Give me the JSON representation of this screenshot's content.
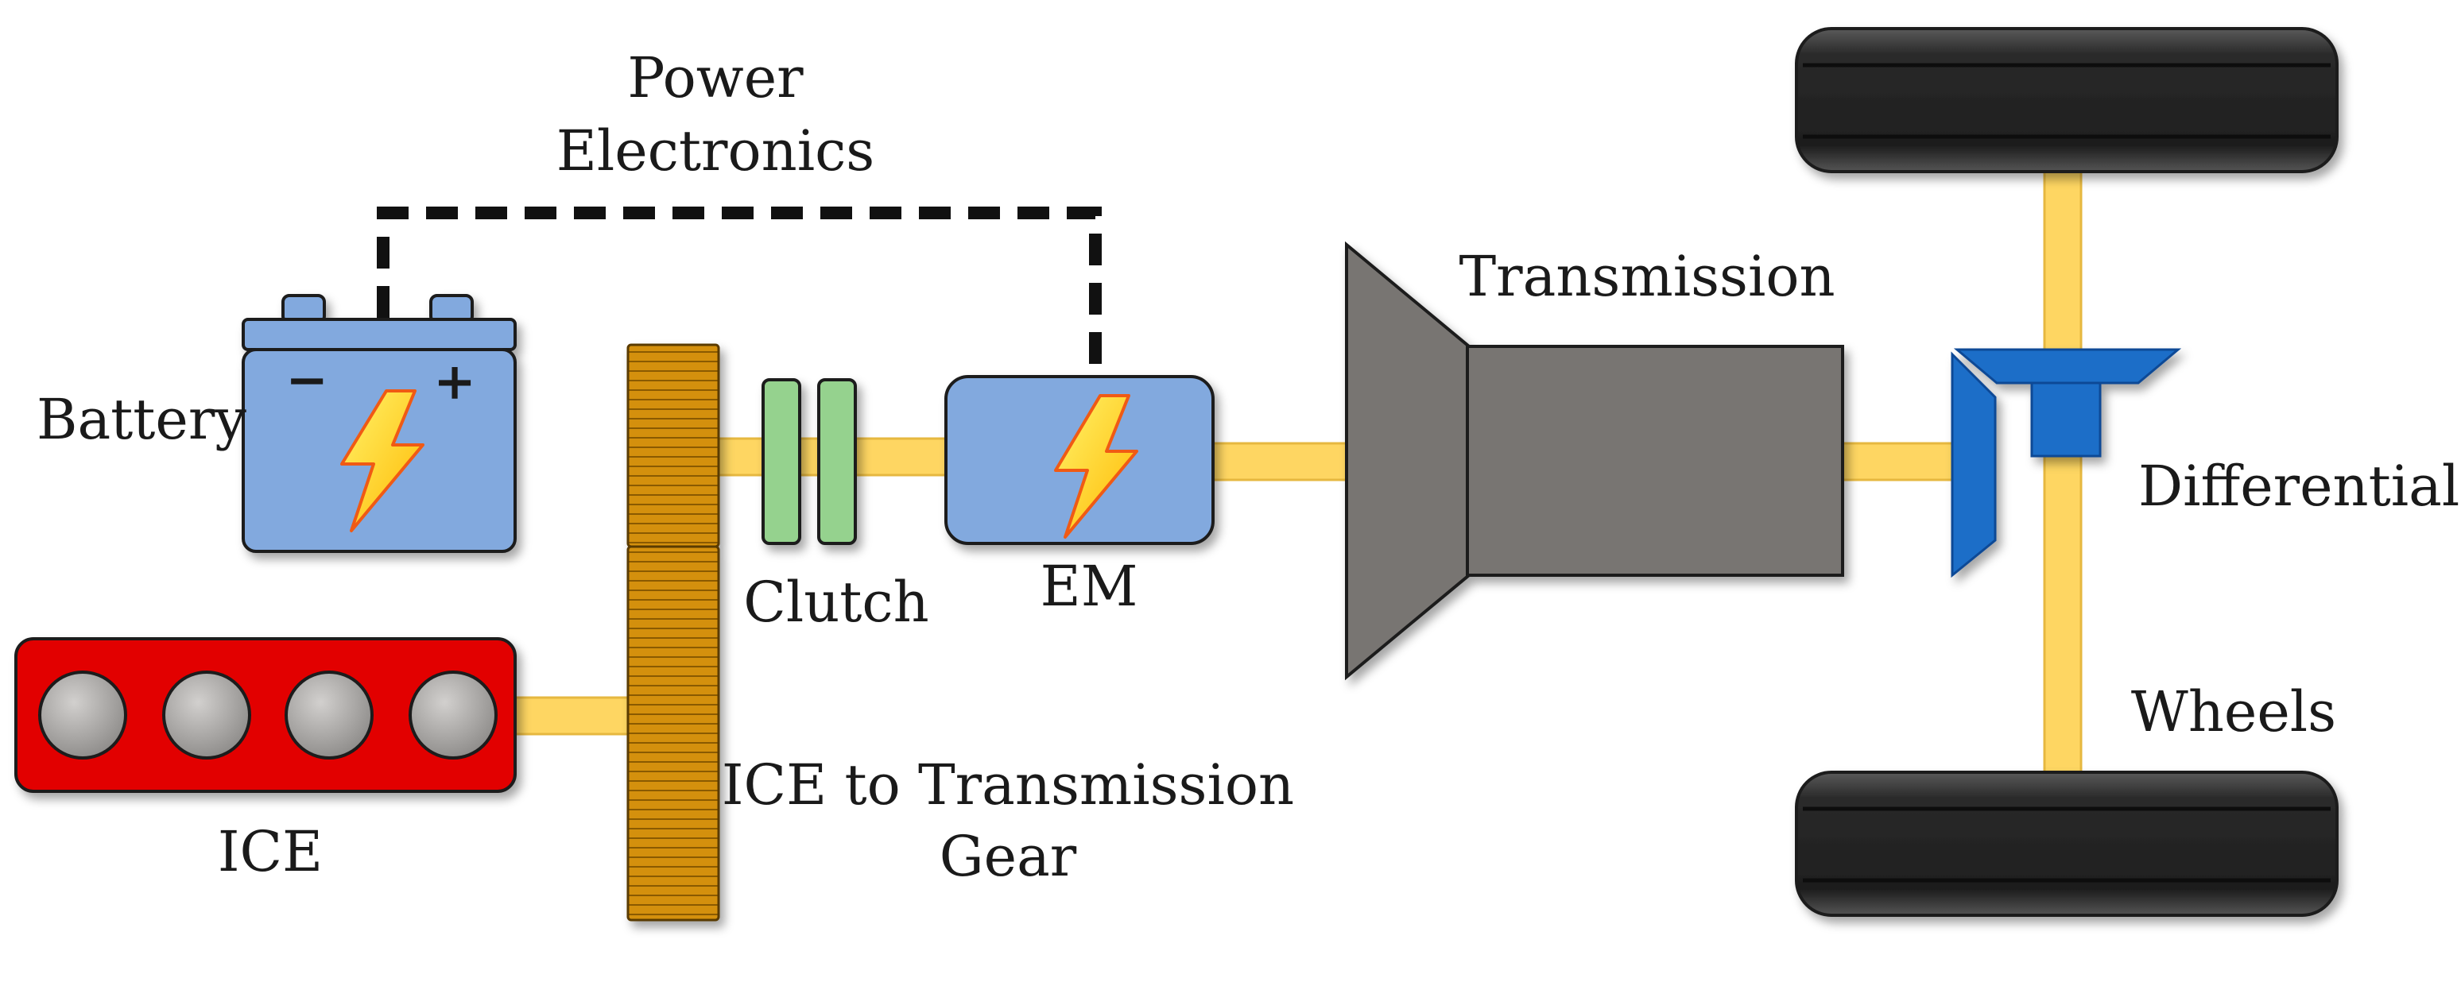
{
  "labels": {
    "power_electronics": [
      "Power",
      "Electronics"
    ],
    "battery": "Battery",
    "battery_minus": "−",
    "battery_plus": "+",
    "clutch": "Clutch",
    "em": "EM",
    "transmission": "Transmission",
    "differential": "Differential",
    "wheels": "Wheels",
    "ice": "ICE",
    "ice_gear": [
      "ICE to Transmission",
      "Gear"
    ]
  },
  "colors": {
    "shaft": "#FED662",
    "battery": "#82A9DE",
    "clutch": "#95D28E",
    "gear": "#D4900C",
    "ice_block": "#E20000",
    "cylinder": "#A8A6A4",
    "transmission": "#787472",
    "differential": "#1E6EC8",
    "tire": "#2A2A2A",
    "bolt": "#FFD400"
  },
  "icons": [
    "lightning-bolt-icon",
    "battery-icon",
    "gear-icon",
    "wheel-icon"
  ]
}
